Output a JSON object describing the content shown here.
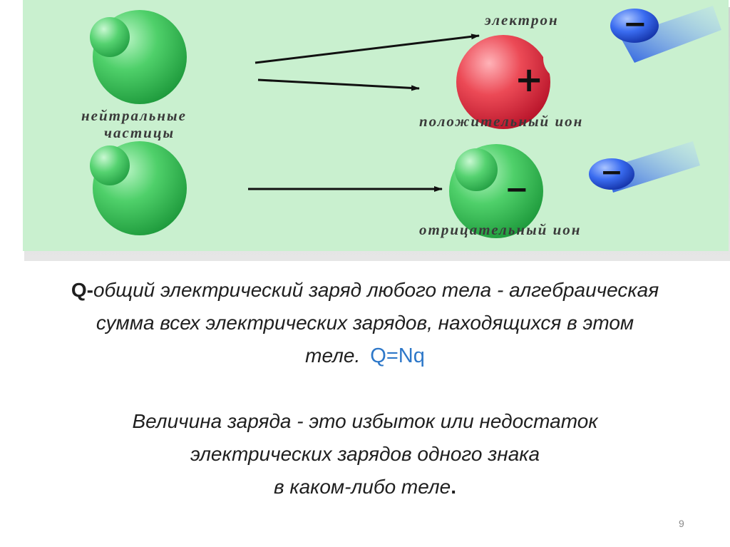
{
  "figure": {
    "labels": {
      "neutral_line1": "нейтральные",
      "neutral_line2": "частицы",
      "electron": "электрон",
      "positive_ion": "положительный ион",
      "negative_ion": "отрицательный ион"
    },
    "signs": {
      "plus": "+",
      "minus": "−"
    },
    "colors": {
      "background": "#c9f0cf",
      "green_particle": "#3cc45a",
      "red_ion": "#e2313f",
      "blue_charge": "#1e4fd8"
    }
  },
  "text": {
    "q_prefix": "Q-",
    "definition": "общий электрический заряд любого тела - алгебраическая сумма всех электрических зарядов, находящихся в этом теле.",
    "formula": "Q=Nq",
    "para2_line1": "Величина заряда - это  избыток  или недостаток",
    "para2_line2": "электрических зарядов одного знака",
    "para2_line3_text": "в каком-либо теле",
    "para2_line3_end": "."
  },
  "page_number": "9"
}
